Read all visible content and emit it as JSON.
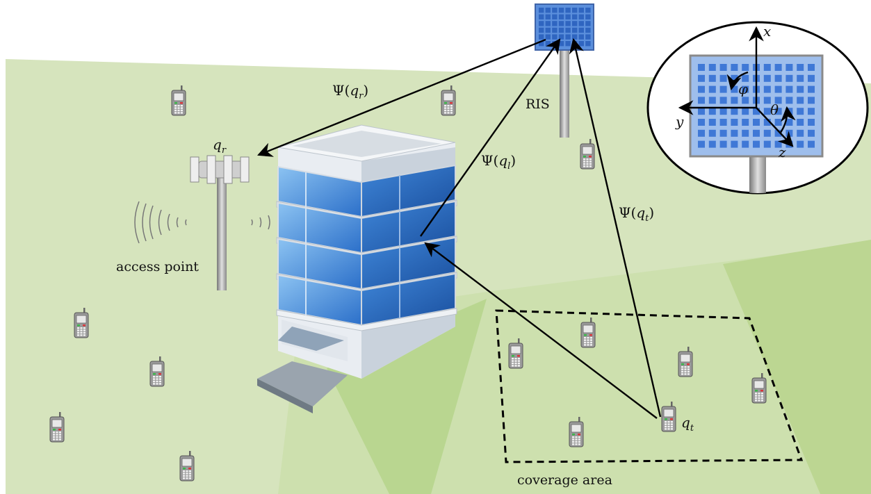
{
  "labels": {
    "ris": "RIS",
    "access_point": "access point",
    "coverage_area": "coverage area",
    "qr": "q",
    "qr_sub": "r",
    "qt": "q",
    "qt_sub": "t",
    "psi": "Ψ(",
    "close": ")",
    "psi_qr_q": "q",
    "psi_qr_sub": "r",
    "psi_ql_q": "q",
    "psi_ql_sub": "l",
    "psi_qt_q": "q",
    "psi_qt_sub": "t"
  },
  "inset": {
    "axis_x": "x",
    "axis_y": "y",
    "axis_z": "z",
    "angle_phi": "φ",
    "angle_theta": "θ"
  },
  "colors": {
    "ground_light": "#d6e4bd",
    "ground_mid": "#c9deab",
    "ground_dark": "#b7d48e",
    "ris_panel": "#5b8fdc",
    "ris_cell": "#2f65c0",
    "arrow": "#000000"
  }
}
